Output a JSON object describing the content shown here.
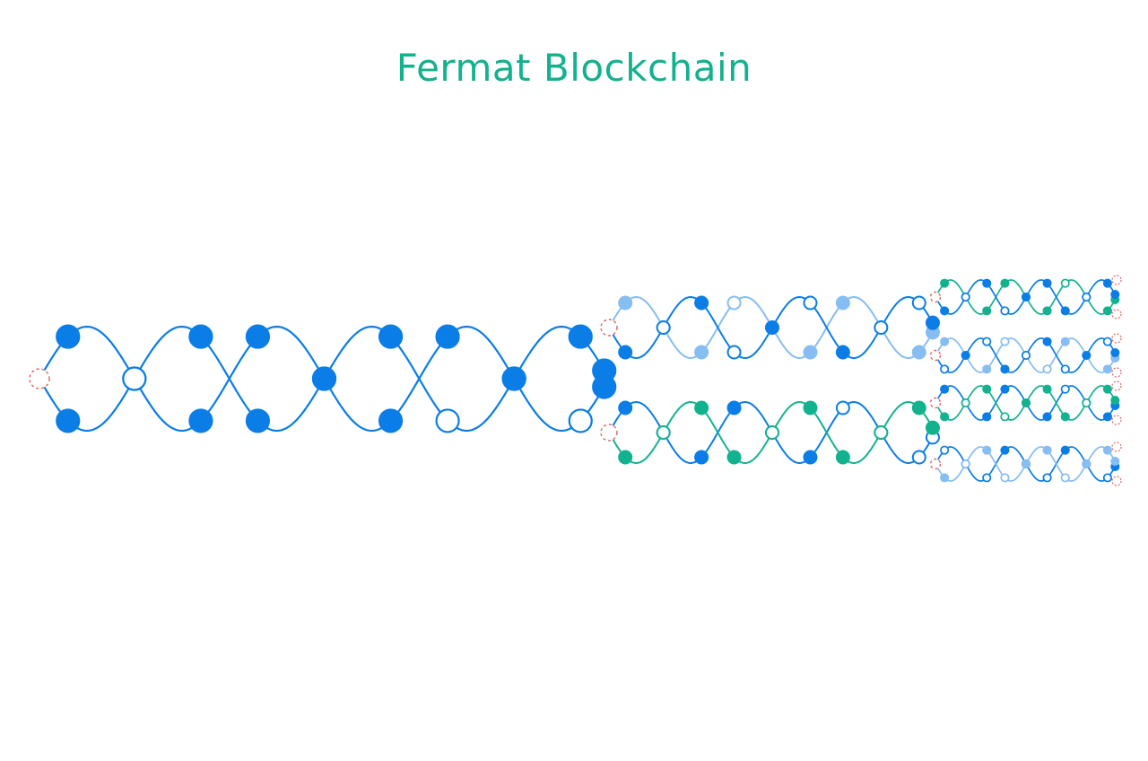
{
  "title": "Fermat Blockchain",
  "colors": {
    "title": "#13b28f",
    "blue": "#0a7de6",
    "light_blue": "#86bdf2",
    "green": "#13b28f",
    "fork_marker": "#e06565",
    "open_fill": "#ffffff"
  },
  "diagram": {
    "generations": [
      {
        "strands": [
          {
            "top_color": "blue",
            "bottom_color": "blue",
            "top": [
              "filled",
              "filled",
              "filled",
              "filled",
              "hollow",
              "filled",
              "filled",
              "filled",
              "hollow",
              "filled"
            ],
            "bottom": [
              "filled",
              "hollow",
              "filled",
              "filled",
              "filled",
              "filled",
              "hollow",
              "filled",
              "filled",
              "filled"
            ]
          }
        ]
      },
      {
        "strands": [
          {
            "top_color": "light_blue",
            "bottom_color": "blue",
            "top": [
              "filled",
              "hollow",
              "filled",
              "hollow",
              "filled",
              "filled",
              "filled",
              "hollow",
              "filled",
              "filled"
            ],
            "bottom": [
              "filled",
              "hollow",
              "filled",
              "hollow",
              "filled",
              "hollow",
              "filled",
              "hollow",
              "hollow",
              "filled"
            ]
          },
          {
            "top_color": "blue",
            "bottom_color": "green",
            "top": [
              "filled",
              "hollow",
              "filled",
              "filled",
              "hollow",
              "filled",
              "hollow",
              "filled",
              "hollow",
              "hollow"
            ],
            "bottom": [
              "filled",
              "hollow",
              "filled",
              "filled",
              "hollow",
              "filled",
              "filled",
              "hollow",
              "filled",
              "filled"
            ]
          }
        ]
      },
      {
        "strands": [
          {
            "top_color": "green",
            "bottom_color": "blue",
            "top": [
              "filled",
              "hollow",
              "filled",
              "filled",
              "hollow",
              "filled",
              "hollow",
              "filled",
              "filled",
              "filled"
            ],
            "bottom": [
              "filled",
              "hollow",
              "filled",
              "hollow",
              "filled",
              "filled",
              "filled",
              "hollow",
              "filled",
              "filled"
            ]
          },
          {
            "top_color": "light_blue",
            "bottom_color": "blue",
            "top": [
              "filled",
              "hollow",
              "filled",
              "hollow",
              "filled",
              "hollow",
              "filled",
              "hollow",
              "filled",
              "filled"
            ],
            "bottom": [
              "hollow",
              "filled",
              "hollow",
              "filled",
              "hollow",
              "filled",
              "hollow",
              "filled",
              "hollow",
              "filled"
            ]
          },
          {
            "top_color": "blue",
            "bottom_color": "green",
            "top": [
              "filled",
              "hollow",
              "filled",
              "filled",
              "hollow",
              "filled",
              "hollow",
              "filled",
              "filled",
              "filled"
            ],
            "bottom": [
              "filled",
              "hollow",
              "filled",
              "hollow",
              "filled",
              "filled",
              "filled",
              "hollow",
              "filled",
              "filled"
            ]
          },
          {
            "top_color": "blue",
            "bottom_color": "light_blue",
            "top": [
              "hollow",
              "filled",
              "hollow",
              "filled",
              "filled",
              "hollow",
              "filled",
              "filled",
              "hollow",
              "filled"
            ],
            "bottom": [
              "filled",
              "hollow",
              "filled",
              "hollow",
              "filled",
              "filled",
              "hollow",
              "filled",
              "filled",
              "filled"
            ]
          }
        ]
      }
    ]
  }
}
